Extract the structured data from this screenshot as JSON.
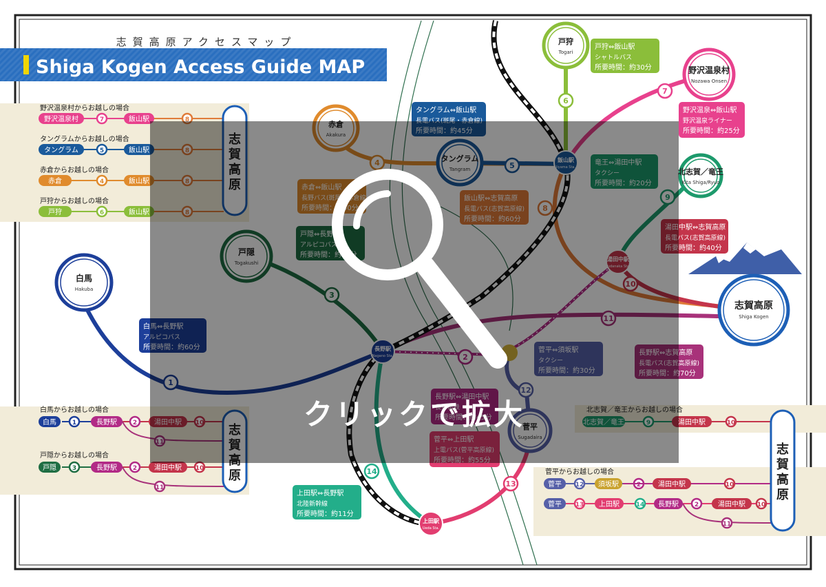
{
  "title": {
    "ja": "志賀高原アクセスマップ",
    "en": "Shiga Kogen Access Guide MAP"
  },
  "overlay": {
    "label": "クリックで拡大"
  },
  "colors": {
    "1": "#1d3f9a",
    "2": "#b22a86",
    "3": "#1f6e43",
    "4": "#e08b2d",
    "5": "#1a5a9b",
    "6": "#8bbe3a",
    "7": "#e8418d",
    "8": "#e07b39",
    "9": "#1d9a6c",
    "10": "#c4354b",
    "11": "#a8327a",
    "12": "#5660a8",
    "13": "#e23d70",
    "14": "#23ae8a"
  },
  "stations": [
    {
      "id": "hakuba",
      "ja": "白馬",
      "en": "Hakuba"
    },
    {
      "id": "togakushi",
      "ja": "戸隠",
      "en": "Togakushi"
    },
    {
      "id": "akakura",
      "ja": "赤倉",
      "en": "Akakura"
    },
    {
      "id": "tangram",
      "ja": "タングラム",
      "en": "Tangram"
    },
    {
      "id": "togari",
      "ja": "戸狩",
      "en": "Togari"
    },
    {
      "id": "nozawa",
      "ja": "野沢温泉村",
      "en": "Nozawa Onsen"
    },
    {
      "id": "kitashiga",
      "ja": "北志賀／竜王",
      "en": "Kita Shiga/Ryuo"
    },
    {
      "id": "shigakogen",
      "ja": "志賀高原",
      "en": "Shiga Kogen"
    },
    {
      "id": "sugadaira",
      "ja": "菅平",
      "en": "Sugadaira"
    },
    {
      "id": "iiyama",
      "ja": "飯山駅",
      "en": "Iiyama Sta."
    },
    {
      "id": "nagano",
      "ja": "長野駅",
      "en": "Nagano Sta."
    },
    {
      "id": "yudanaka",
      "ja": "湯田中駅",
      "en": "Yudanaka Sta."
    },
    {
      "id": "ueda",
      "ja": "上田駅",
      "en": "Ueda Sta."
    }
  ],
  "info_boxes": [
    {
      "route": "1",
      "lines": [
        "白馬⇔長野駅",
        "アルピコバス",
        "所要時間：約60分"
      ]
    },
    {
      "route": "3",
      "lines": [
        "戸隠⇔長野駅",
        "アルピコバス",
        "所要時間：約60分"
      ]
    },
    {
      "route": "4",
      "lines": [
        "赤倉⇔飯山駅",
        "長野バス(斑尾・赤倉線)",
        "所要時間：約50分"
      ]
    },
    {
      "route": "5",
      "lines": [
        "タングラム⇔飯山駅",
        "長電バス(斑尾・赤倉線)",
        "所要時間：約45分"
      ]
    },
    {
      "route": "6",
      "lines": [
        "戸狩⇔飯山駅",
        "シャトルバス",
        "所要時間：約30分"
      ]
    },
    {
      "route": "7",
      "lines": [
        "野沢温泉⇔飯山駅",
        "野沢温泉ライナー",
        "所要時間：約25分"
      ]
    },
    {
      "route": "8",
      "lines": [
        "飯山駅⇔志賀高原",
        "長電バス(志賀高原線)",
        "所要時間：約60分"
      ]
    },
    {
      "route": "9",
      "lines": [
        "竜王⇔湯田中駅",
        "タクシー",
        "所要時間：約20分"
      ]
    },
    {
      "route": "10",
      "lines": [
        "湯田中駅⇔志賀高原",
        "長電バス(志賀高原線)",
        "所要時間：約40分"
      ]
    },
    {
      "route": "11",
      "lines": [
        "長野駅⇔志賀高原",
        "長電バス(志賀高原線)",
        "所要時間：約70分"
      ]
    },
    {
      "route": "12",
      "lines": [
        "菅平⇔須坂駅",
        "タクシー",
        "所要時間：約30分"
      ]
    },
    {
      "route": "13",
      "lines": [
        "菅平⇔上田駅",
        "上電バス(菅平高原線)",
        "所要時間：約55分"
      ]
    },
    {
      "route": "14",
      "lines": [
        "上田駅⇔長野駅",
        "北陸新幹線",
        "所要時間：約11分"
      ]
    },
    {
      "route": "2",
      "lines": [
        "長野駅⇔湯田中駅",
        "長野電鉄",
        "所要時間：約45分"
      ]
    }
  ],
  "legend_top": {
    "destination": "志賀高原",
    "rows": [
      {
        "caption": "野沢温泉村からお越しの場合",
        "from": "野沢温泉村",
        "r1": "7",
        "mid": "飯山駅",
        "r2": "8"
      },
      {
        "caption": "タングラムからお越しの場合",
        "from": "タングラム",
        "r1": "5",
        "mid": "飯山駅",
        "r2": "8"
      },
      {
        "caption": "赤倉からお越しの場合",
        "from": "赤倉",
        "r1": "4",
        "mid": "飯山駅",
        "r2": "8"
      },
      {
        "caption": "戸狩からお越しの場合",
        "from": "戸狩",
        "r1": "6",
        "mid": "飯山駅",
        "r2": "8"
      }
    ]
  },
  "legend_bottom": {
    "destination": "志賀高原",
    "rows": [
      {
        "caption": "白馬からお越しの場合",
        "from": "白馬",
        "r1": "1",
        "mid": "長野駅",
        "r2": "2",
        "mid2": "湯田中駅",
        "r3": "10",
        "alt": "11"
      },
      {
        "caption": "戸隠からお越しの場合",
        "from": "戸隠",
        "r1": "3",
        "mid": "長野駅",
        "r2": "2",
        "mid2": "湯田中駅",
        "r3": "10",
        "alt": "11"
      }
    ]
  },
  "legend_right": {
    "destination": "志賀高原",
    "kitashiga": {
      "caption": "北志賀／竜王からお越しの場合",
      "from": "北志賀／竜王",
      "r1": "9",
      "mid": "湯田中駅",
      "r2": "10"
    },
    "sugadaira_caption": "菅平からお越しの場合",
    "row1": {
      "from": "菅平",
      "r1": "12",
      "mid": "須坂駅",
      "r2": "2",
      "mid2": "湯田中駅",
      "r3": "10"
    },
    "row2": {
      "from": "菅平",
      "r1": "13",
      "mid": "上田駅",
      "r2": "14",
      "mid2": "長野駅",
      "r3": "2",
      "mid3": "湯田中駅",
      "r4": "10",
      "alt": "11"
    }
  }
}
